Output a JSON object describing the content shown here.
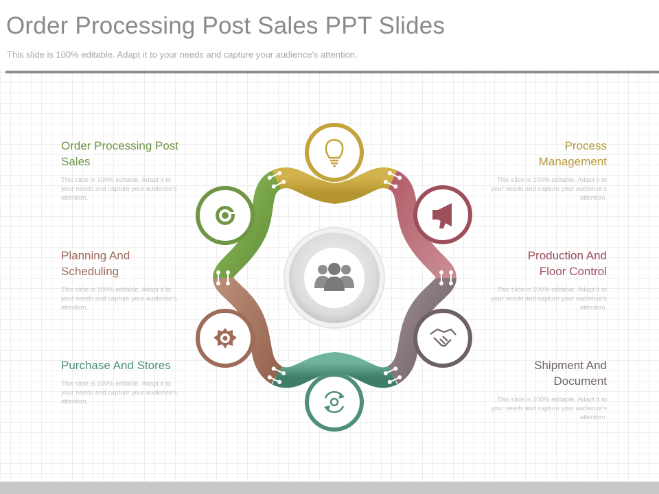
{
  "title": "Order Processing Post Sales PPT Slides",
  "subtitle": "This slide is 100% editable. Adapt it to your needs and capture your audience's attention.",
  "colors": {
    "gold": "#c0a23c",
    "maroon": "#a35d66",
    "mauve": "#7f7177",
    "teal": "#4f8f79",
    "brown": "#a57a66",
    "green": "#78a04d",
    "center": "#cfcfcf"
  },
  "items": [
    {
      "heading": "Order Processing Post Sales",
      "desc": "This slide is 100% editable. Adapt it to your needs and capture your audience's attention.",
      "color": "#6f9545",
      "icon": "target-icon"
    },
    {
      "heading": "Planning And Scheduling",
      "desc": "This slide is 100% editable. Adapt it to your needs and capture your audience's attention.",
      "color": "#9e6c58",
      "icon": "gear-eye-icon"
    },
    {
      "heading": "Purchase And Stores",
      "desc": "This slide is 100% editable. Adapt it to your needs and capture your audience's attention.",
      "color": "#4f8f79",
      "icon": "refresh-gear-icon"
    },
    {
      "heading": "Process Management",
      "desc": "This slide is 100% editable. Adapt it to your needs and capture your audience's attention.",
      "color": "#b89a3a",
      "icon": "lightbulb-icon"
    },
    {
      "heading": "Production And Floor Control",
      "desc": "This slide is 100% editable. Adapt it to your needs and capture your audience's attention.",
      "color": "#9c4f5a",
      "icon": "megaphone-icon"
    },
    {
      "heading": "Shipment And Document",
      "desc": "This slide is 100% editable. Adapt it to your needs and capture your audience's attention.",
      "color": "#6e6166",
      "icon": "handshake-icon"
    }
  ],
  "center_icon": "team-icon"
}
